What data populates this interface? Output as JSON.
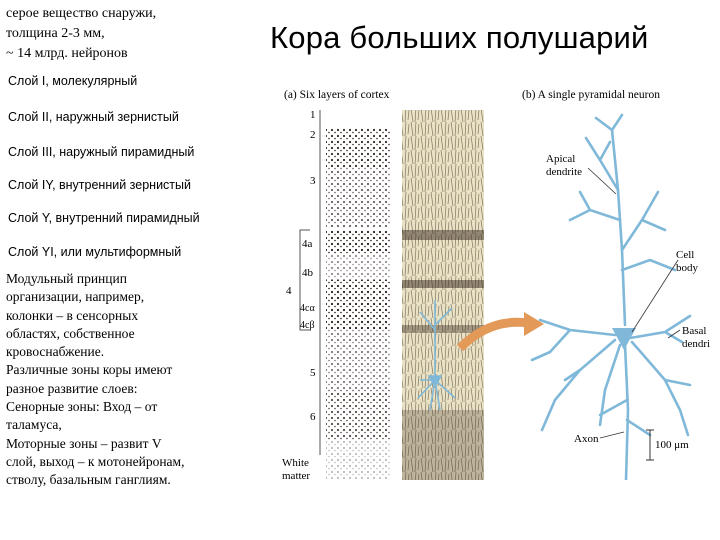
{
  "intro": {
    "lines": [
      "серое вещество снаружи,",
      "толщина 2-3 мм,",
      "~ 14 млрд. нейронов"
    ]
  },
  "title": "Кора больших полушарий",
  "layers": [
    "Слой I,  молекулярный",
    "Слой II, наружный зернистый",
    "Слой III, наружный пирамидный",
    "Слой IY, внутренний зернистый",
    "Слой Y, внутренний пирамидный",
    "Слой YI, или мультиформный"
  ],
  "notes": [
    "Модульный принцип",
    "организации, например,",
    "колонки – в сенсорных",
    "областях,  собственное",
    "кровоснабжение.",
    "Различные зоны коры имеют",
    "разное развитие слоев:",
    "Сенорные зоны: Вход – от",
    "таламуса,",
    "Моторные зоны – развит V",
    "слой, выход – к мотонейронам,",
    "стволу, базальным ганглиям."
  ],
  "figure": {
    "panel_a_title": "(a)  Six layers of cortex",
    "panel_b_title": "(b)  A single pyramidal neuron",
    "layer_numbers": [
      "1",
      "2",
      "3",
      "4a",
      "4b",
      "4cα",
      "4cβ",
      "4",
      "5",
      "6"
    ],
    "white_matter": [
      "White",
      "matter"
    ],
    "neuron_labels": {
      "apical": [
        "Apical",
        "dendrite"
      ],
      "cell_body": [
        "Cell",
        "body"
      ],
      "basal": [
        "Basal",
        "dendri"
      ],
      "axon": "Axon",
      "scale": "100 μm"
    },
    "colors": {
      "neuron": "#7fb8d8",
      "cream_panel": "#e9e2c4",
      "arrow": "#e39a58",
      "ink": "#2a1a16"
    }
  }
}
